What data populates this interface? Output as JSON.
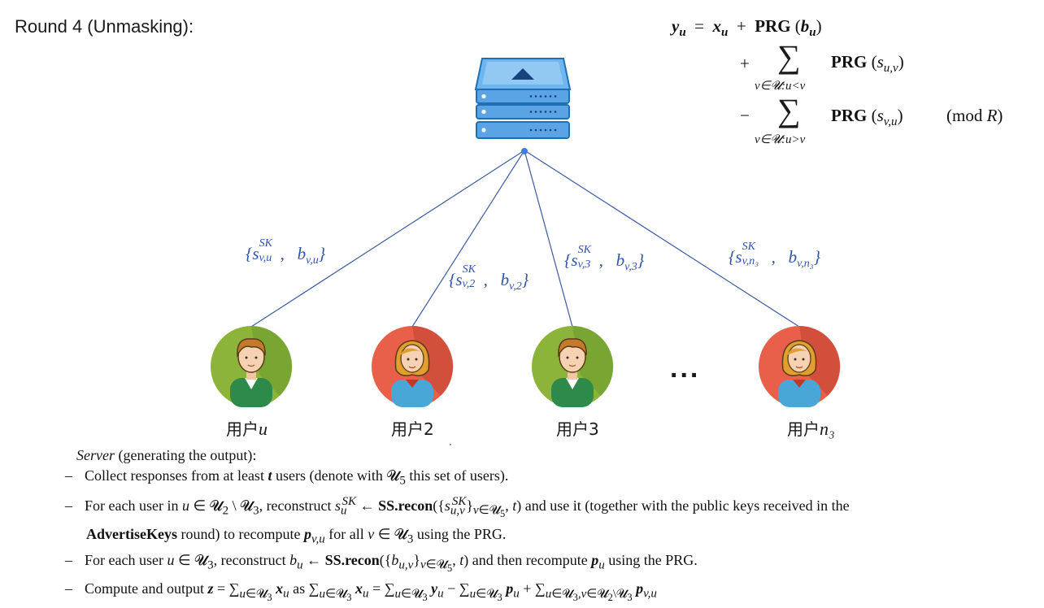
{
  "title": "Round 4 (Unmasking):",
  "formula": {
    "line1": "y_u = x_u + PRG(b_u)",
    "line2": "+ Σ_{v∈U:u<v} PRG(s_{u,v})",
    "line3": "− Σ_{v∈U:u>v} PRG(s_{v,u}) (mod R)",
    "mod": "(mod R)"
  },
  "edges": [
    {
      "label": "{s^SK_{v,u}, b_{v,u}}"
    },
    {
      "label": "{s^SK_{v,2}, b_{v,2}}"
    },
    {
      "label": "{s^SK_{v,3}, b_{v,3}}"
    },
    {
      "label": "{s^SK_{v,n3}, b_{v,n3}}"
    }
  ],
  "users": [
    {
      "label_prefix": "用户",
      "label_var": "u",
      "color": "#8cb33a",
      "type": "male"
    },
    {
      "label_prefix": "用户",
      "label_var": "2",
      "color": "#e9604a",
      "type": "female"
    },
    {
      "label_prefix": "用户",
      "label_var": "3",
      "color": "#8cb33a",
      "type": "male"
    },
    {
      "label_prefix": "用户",
      "label_var": "n₃",
      "color": "#e9604a",
      "type": "female"
    }
  ],
  "ellipsis": "...",
  "server_icon": "server-icon",
  "bottom": {
    "heading_italic": "Server",
    "heading_rest": " (generating the output):",
    "items": [
      "Collect responses from at least t users (denote with U5 this set of users).",
      "For each user in u ∈ U2 \\ U3, reconstruct s_u^SK ← SS.recon({s_{u,v}^SK}_{v∈U5}, t) and use it (together with the public keys received in the AdvertiseKeys round) to recompute p_{v,u} for all v ∈ U3 using the PRG.",
      "For each user u ∈ U3, reconstruct b_u ← SS.recon({b_{u,v}}_{v∈U5}, t) and then recompute p_u using the PRG.",
      "Compute and output z = Σ_{u∈U3} x_u as Σ_{u∈U3} x_u = Σ_{u∈U3} y_u − Σ_{u∈U3} p_u + Σ_{u∈U3,v∈U2\\U3} p_{v,u}"
    ]
  }
}
